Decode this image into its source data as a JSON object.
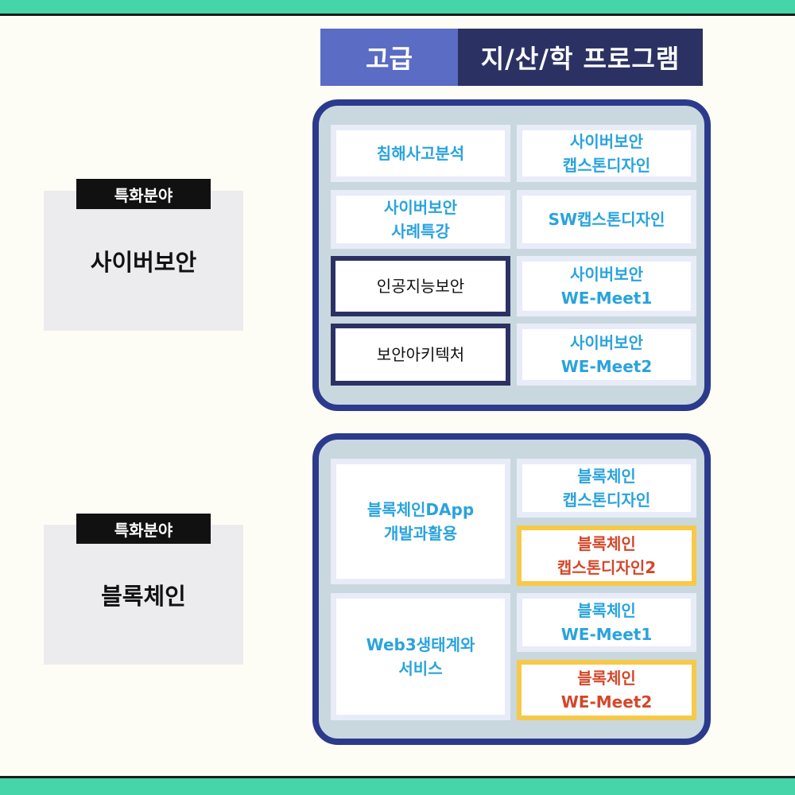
{
  "header": {
    "level": "고급",
    "program": "지/산/학 프로그램"
  },
  "fields": [
    {
      "tag": "특화분야",
      "name": "사이버보안"
    },
    {
      "tag": "특화분야",
      "name": "블록체인"
    }
  ],
  "cyber": {
    "c1": "침해사고분석",
    "c2": "사이버보안\n캡스톤디자인",
    "c3": "사이버보안\n사례특강",
    "c4": "SW캡스톤디자인",
    "c5": "인공지능보안",
    "c6": "사이버보안\nWE-Meet1",
    "c7": "보안아키텍처",
    "c8": "사이버보안\nWE-Meet2"
  },
  "blockchain": {
    "b1": "블록체인DApp\n개발과활용",
    "b2": "블록체인\n캡스톤디자인",
    "b3": "블록체인\n캡스톤디자인2",
    "b4": "Web3생태계와\n서비스",
    "b5": "블록체인\nWE-Meet1",
    "b6": "블록체인\nWE-Meet2"
  },
  "colors": {
    "accent_green": "#46d4a9",
    "navy": "#2b3263",
    "frame_blue": "#2b3a8c",
    "course_text": "#2aa3dd",
    "highlight_gold": "#f7c948",
    "highlight_text": "#d4472a"
  }
}
